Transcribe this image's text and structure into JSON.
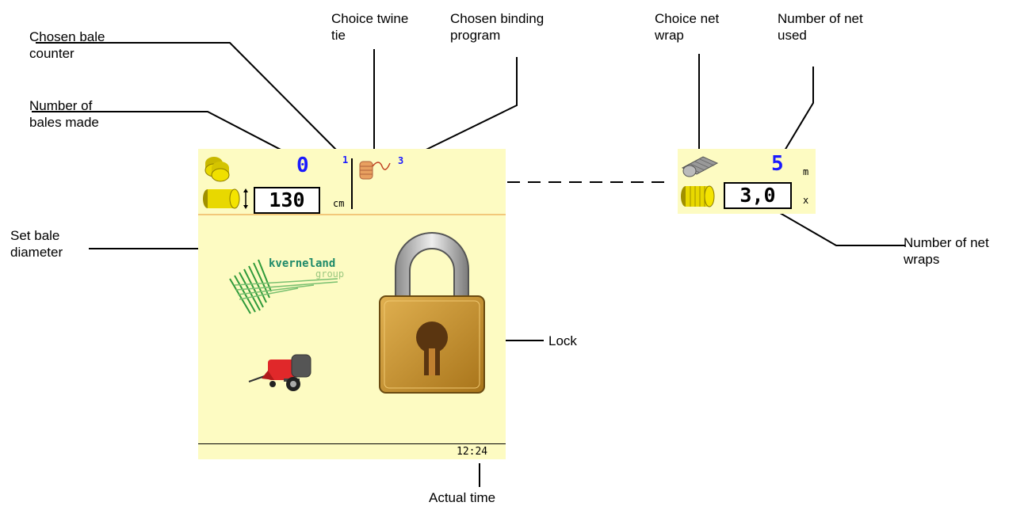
{
  "callouts": {
    "chosen_bale_counter": [
      "Chosen bale",
      "counter"
    ],
    "number_of_bales_made": [
      "Number of",
      "bales made"
    ],
    "set_bale_diameter": [
      "Set bale",
      "diameter"
    ],
    "choice_twine_tie": [
      "Choice twine",
      "tie"
    ],
    "chosen_binding_program": [
      "Chosen binding",
      "program"
    ],
    "choice_net_wrap": [
      "Choice net",
      "wrap"
    ],
    "number_of_net_used": [
      "Number of net",
      "used"
    ],
    "number_of_net_wraps": [
      "Number of net",
      "wraps"
    ],
    "lock": "Lock",
    "actual_time": "Actual time"
  },
  "terminal": {
    "bale_count": "0",
    "counter_index": "1",
    "binding_program": "3",
    "bale_diameter": "130",
    "diameter_unit": "cm",
    "time": "12:24",
    "logo_text_1": "kverneland",
    "logo_text_2": "group"
  },
  "net_panel": {
    "net_used": "5",
    "net_used_unit": "m",
    "net_wraps": "3,0",
    "net_wraps_unit": "x"
  },
  "colors": {
    "screen_bg": "#fdfbc2",
    "value_blue": "#1a1aff",
    "lock_body": "#c9922a",
    "baler_red": "#e0282a",
    "logo_green": "#2f9a3a"
  },
  "icons": [
    "bales-icon",
    "bale-diameter-icon",
    "twine-icon",
    "net-roll-icon",
    "net-wraps-icon",
    "kverneland-logo",
    "baler-icon",
    "padlock-icon",
    "arrow-left-icon"
  ]
}
